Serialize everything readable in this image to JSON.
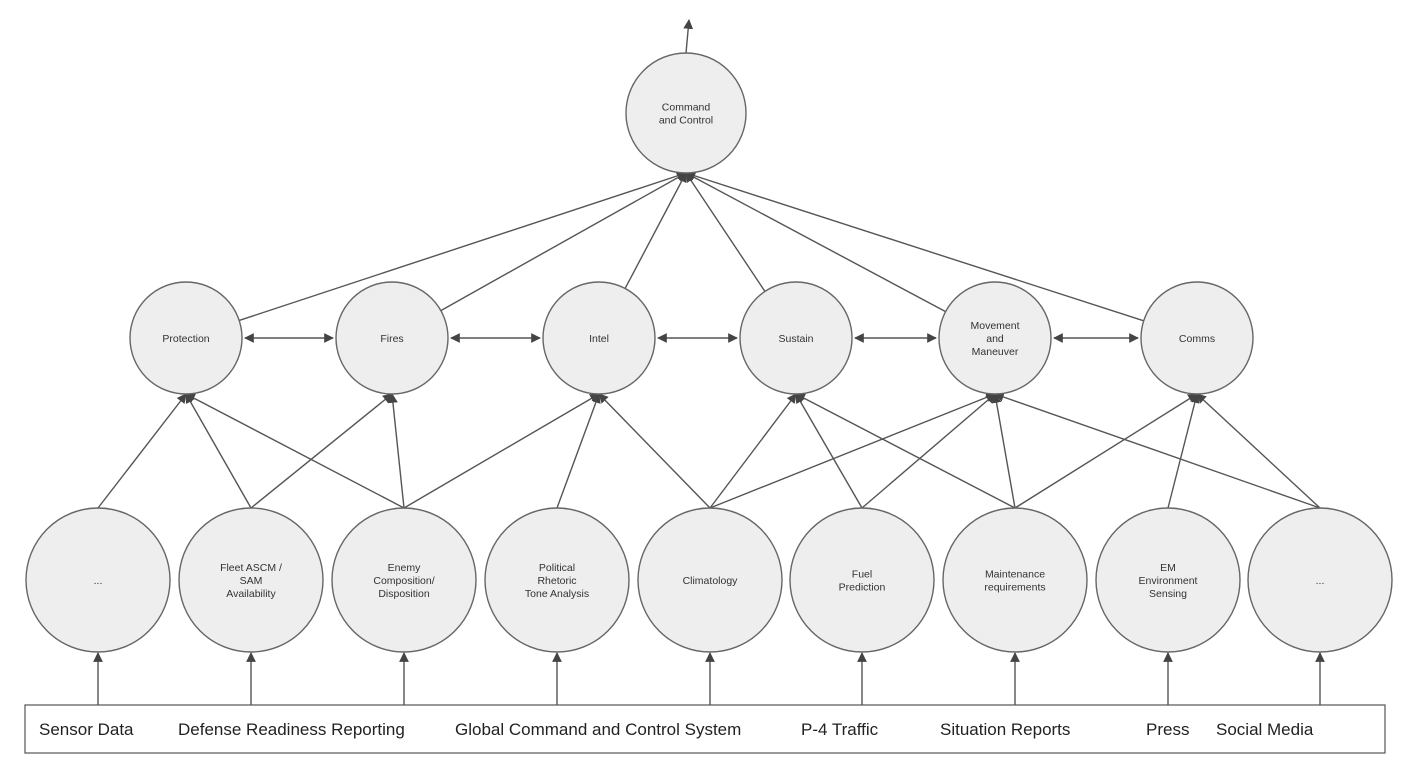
{
  "top_node": {
    "id": "c2",
    "label": [
      "Command",
      "and Control"
    ]
  },
  "middle_nodes": [
    {
      "id": "protection",
      "label": [
        "Protection"
      ]
    },
    {
      "id": "fires",
      "label": [
        "Fires"
      ]
    },
    {
      "id": "intel",
      "label": [
        "Intel"
      ]
    },
    {
      "id": "sustain",
      "label": [
        "Sustain"
      ]
    },
    {
      "id": "movement",
      "label": [
        "Movement",
        "and",
        "Maneuver"
      ]
    },
    {
      "id": "comms",
      "label": [
        "Comms"
      ]
    }
  ],
  "bottom_nodes": [
    {
      "id": "b1",
      "label": [
        "..."
      ]
    },
    {
      "id": "fleet",
      "label": [
        "Fleet ASCM /",
        "SAM",
        "Availability"
      ]
    },
    {
      "id": "enemy",
      "label": [
        "Enemy",
        "Composition/",
        "Disposition"
      ]
    },
    {
      "id": "political",
      "label": [
        "Political",
        "Rhetoric",
        "Tone Analysis"
      ]
    },
    {
      "id": "climatology",
      "label": [
        "Climatology"
      ]
    },
    {
      "id": "fuel",
      "label": [
        "Fuel",
        "Prediction"
      ]
    },
    {
      "id": "maintenance",
      "label": [
        "Maintenance",
        "requirements"
      ]
    },
    {
      "id": "em",
      "label": [
        "EM",
        "Environment",
        "Sensing"
      ]
    },
    {
      "id": "b9",
      "label": [
        "..."
      ]
    }
  ],
  "sources": [
    "Sensor Data",
    "Defense Readiness Reporting",
    "Global Command and Control System",
    "P-4 Traffic",
    "Situation Reports",
    "Press",
    "Social Media"
  ],
  "edges_to_top": [
    "protection",
    "fires",
    "intel",
    "sustain",
    "movement",
    "comms"
  ],
  "lateral_edges": [
    [
      "protection",
      "fires"
    ],
    [
      "fires",
      "intel"
    ],
    [
      "intel",
      "sustain"
    ],
    [
      "sustain",
      "movement"
    ],
    [
      "movement",
      "comms"
    ]
  ],
  "bottom_to_middle_edges": [
    [
      "b1",
      "protection"
    ],
    [
      "fleet",
      "protection"
    ],
    [
      "fleet",
      "fires"
    ],
    [
      "enemy",
      "protection"
    ],
    [
      "enemy",
      "fires"
    ],
    [
      "enemy",
      "intel"
    ],
    [
      "political",
      "intel"
    ],
    [
      "climatology",
      "intel"
    ],
    [
      "climatology",
      "sustain"
    ],
    [
      "climatology",
      "movement"
    ],
    [
      "fuel",
      "sustain"
    ],
    [
      "fuel",
      "movement"
    ],
    [
      "maintenance",
      "sustain"
    ],
    [
      "maintenance",
      "movement"
    ],
    [
      "maintenance",
      "comms"
    ],
    [
      "em",
      "comms"
    ],
    [
      "b9",
      "movement"
    ],
    [
      "b9",
      "comms"
    ]
  ]
}
